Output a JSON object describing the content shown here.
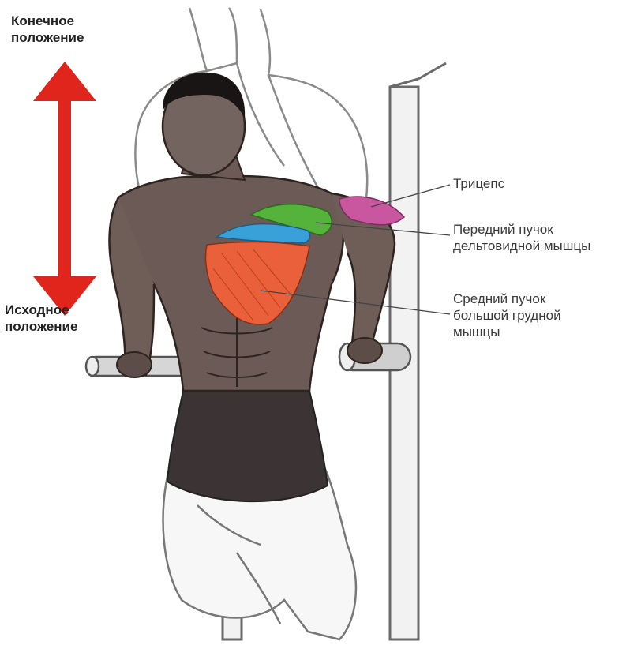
{
  "movement": {
    "end_position": [
      "Конечное",
      "положение"
    ],
    "start_position": [
      "Исходное",
      "положение"
    ]
  },
  "muscles": {
    "triceps": [
      "Трицепс"
    ],
    "anterior_deltoid": [
      "Передний пучок",
      "дельтовидной мышцы"
    ],
    "middle_pectoral": [
      "Средний пучок",
      "большой грудной",
      "мышцы"
    ]
  },
  "colors": {
    "arrow": "#e0261c",
    "triceps": "#c8579f",
    "deltoid": "#55b33b",
    "pectoral_upper": "#3aa0d8",
    "pectoral_middle": "#e9603a"
  }
}
